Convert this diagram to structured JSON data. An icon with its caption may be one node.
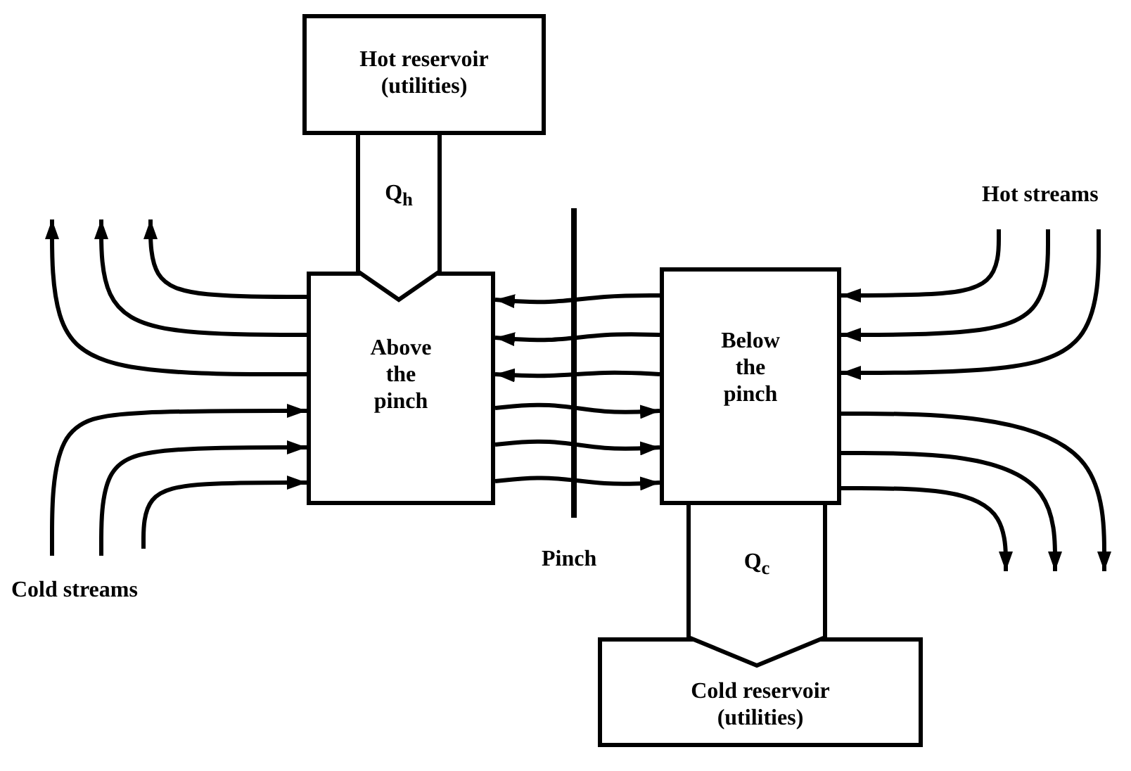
{
  "diagram": {
    "nodes": [
      {
        "text": [
          "Hot reservoir (utilities)"
        ]
      },
      {
        "text": [
          "Above the pinch"
        ]
      },
      {
        "text": [
          "Below the pinch"
        ]
      },
      {
        "text": [
          "Cold reservoir (utilities)"
        ]
      }
    ],
    "edges": [
      {
        "from": 1,
        "to": null,
        "arrow": "to"
      },
      {
        "from": 1,
        "to": null,
        "arrow": "to"
      },
      {
        "from": 1,
        "to": null,
        "arrow": "to"
      },
      {
        "from": null,
        "to": 1,
        "arrow": "to"
      },
      {
        "from": null,
        "to": 1,
        "arrow": "to"
      },
      {
        "from": null,
        "to": 1,
        "arrow": "to"
      },
      {
        "from": 2,
        "to": 1,
        "arrow": "to"
      },
      {
        "from": 2,
        "to": 1,
        "arrow": "to"
      },
      {
        "from": 2,
        "to": 1,
        "arrow": "to"
      },
      {
        "from": 1,
        "to": 2,
        "arrow": "to"
      },
      {
        "from": 1,
        "to": 2,
        "arrow": "to"
      },
      {
        "from": 1,
        "to": 2,
        "arrow": "to"
      },
      {
        "from": null,
        "to": 2,
        "arrow": "to"
      },
      {
        "from": null,
        "to": 2,
        "arrow": "to"
      },
      {
        "from": null,
        "to": 2,
        "arrow": "to"
      },
      {
        "from": 2,
        "to": null,
        "arrow": "to"
      },
      {
        "from": 2,
        "to": null,
        "arrow": "to"
      },
      {
        "from": 2,
        "to": null,
        "arrow": "to"
      },
      {
        "from": 0,
        "to": 1,
        "arrow": "to",
        "label": "Q$_{h}$",
        "style": "thick"
      },
      {
        "from": 2,
        "to": 3,
        "arrow": "to",
        "label": "Q$_{c}$",
        "style": "thick"
      }
    ],
    "labels": [
      "Hot streams",
      "Cold streams",
      "Pinch"
    ]
  }
}
